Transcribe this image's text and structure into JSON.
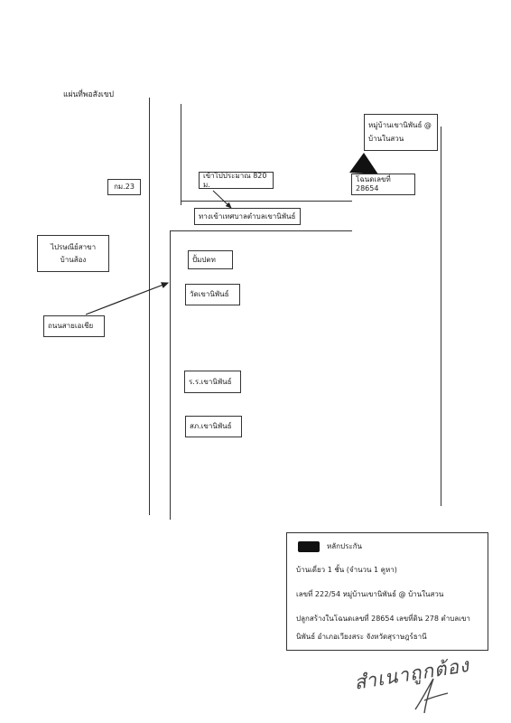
{
  "map_title": "แผ่นที่พอสังเขป",
  "labels": {
    "km_marker": "กม.23",
    "post_office": [
      "ไปรษณีย์สาขา",
      "บ้านส้อง"
    ],
    "highway": "ถนนสายเอเชีย",
    "distance": "เข้าไปประมาณ 820 ม.",
    "road_sign": "ทางเข้าเทศบาลตำบลเขานิพันธ์",
    "village": [
      "หมู่บ้านเขานิพันธ์ @",
      "บ้านในสวน"
    ],
    "deed": "โฉนดเลขที่ 28654",
    "gas_station": "ปั้มปตท",
    "temple": "วัดเขานิพันธ์",
    "school": "ร.ร.เขานิพันธ์",
    "health_center": "สภ.เขานิพันธ์"
  },
  "legend": {
    "marker_label": "หลักประกัน",
    "lines": [
      "บ้านเดี่ยว 1 ชั้น (จำนวน 1 คูหา)",
      "เลขที่ 222/54 หมู่บ้านเขานิพันธ์ @ บ้านในสวน",
      "ปลูกสร้างในโฉนดเลขที่ 28654 เลขที่ดิน 278 ตำบลเขา",
      "นิพันธ์ อำเภอเวียงสระ จังหวัดสุราษฎร์ธานี"
    ]
  },
  "stamp_text": "สำเนาถูกต้อง",
  "colors": {
    "ink": "#333333",
    "marker": "#111111"
  }
}
